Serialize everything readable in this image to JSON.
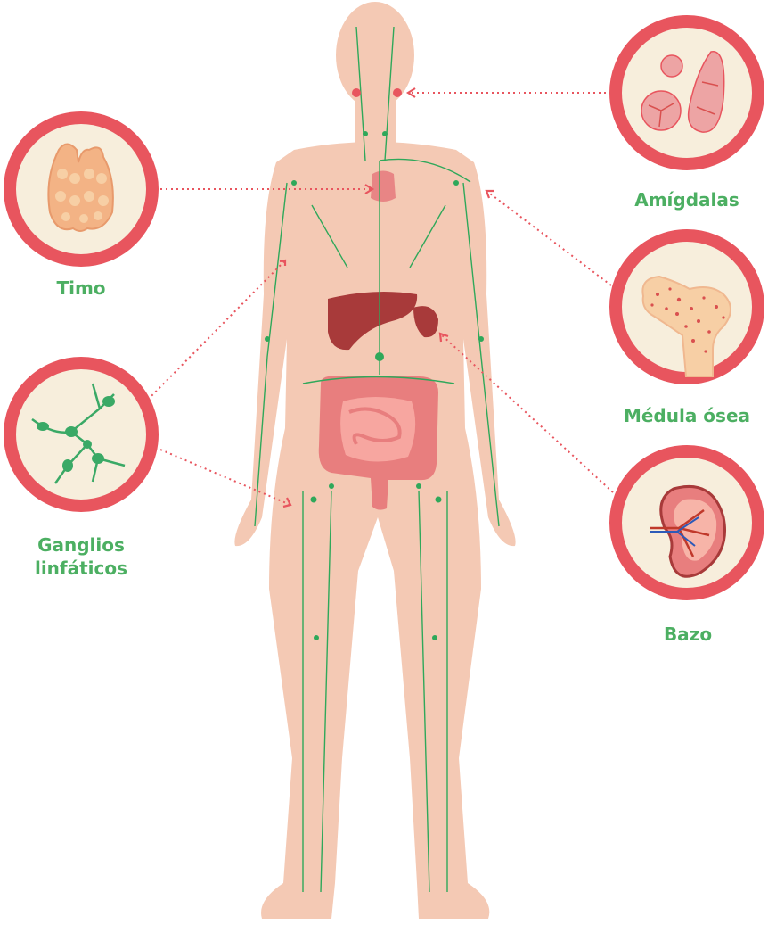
{
  "labels": {
    "thymus": "Timo",
    "lymph_nodes": "Ganglios\nlinfáticos",
    "tonsils": "Amígdalas",
    "bone_marrow": "Médula ósea",
    "spleen": "Bazo"
  },
  "colors": {
    "label_green": "#4caf62",
    "ring_red": "#e8555e",
    "circle_fill": "#f7eedc",
    "skin": "#f4c9b4",
    "lymph_green": "#2fa85a",
    "organ_dark": "#a83a3a",
    "connector": "#e8555e"
  },
  "icons": [
    "thymus-icon",
    "lymph-node-icon",
    "tonsils-icon",
    "bone-marrow-icon",
    "spleen-icon"
  ]
}
